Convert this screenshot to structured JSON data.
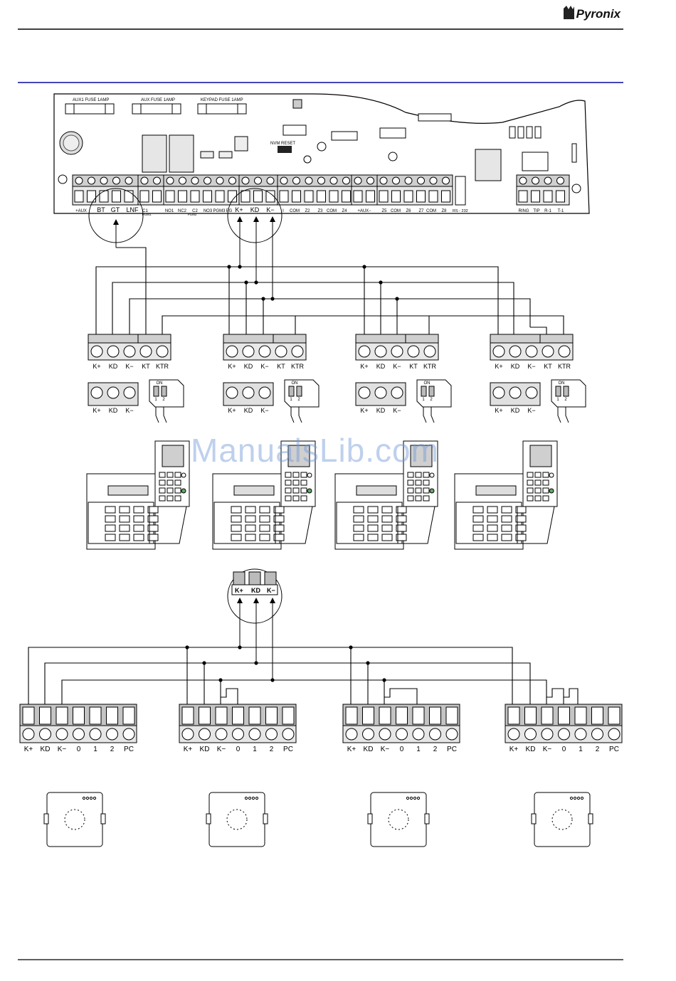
{
  "header": {
    "brand": "Pyronix",
    "brand_icon": "pyronix-logo-icon"
  },
  "watermark": "ManualsLib.com",
  "panel": {
    "fuses": [
      "AUX1 FUSE 1AMP",
      "AUX FUSE 1AMP",
      "KEYPAD FUSE 1AMP"
    ],
    "nvm_label": "NVM RESET",
    "rs_label": "RS - 232",
    "terminals": [
      "+AUX",
      "BT",
      "GT",
      "LNF",
      "C1",
      "NO1",
      "NC2",
      "C2",
      "NO3",
      "PGM3",
      "PG",
      "K+",
      "KD",
      "K−",
      "I",
      "COM",
      "Z2",
      "Z3",
      "COM",
      "Z4",
      "+AUX−",
      "Z5",
      "COM",
      "Z6",
      "Z7",
      "COM",
      "Z8",
      "RING",
      "TIP",
      "R-1",
      "T-1"
    ],
    "pgm_labels": [
      "PGM1",
      "PGM2"
    ]
  },
  "lcd_keypads": {
    "terminal_labels": [
      "K+",
      "KD",
      "K−",
      "KT",
      "KTR"
    ],
    "module_labels": [
      "K+",
      "KD",
      "K−"
    ],
    "dip_on": "ON",
    "dip_numbers": [
      "1",
      "2"
    ],
    "count": 4
  },
  "zoom_labels": [
    "K+",
    "KD",
    "K−"
  ],
  "led_keypads": {
    "terminal_labels": [
      "K+",
      "KD",
      "K−",
      "0",
      "1",
      "2",
      "PC"
    ],
    "count": 4
  }
}
